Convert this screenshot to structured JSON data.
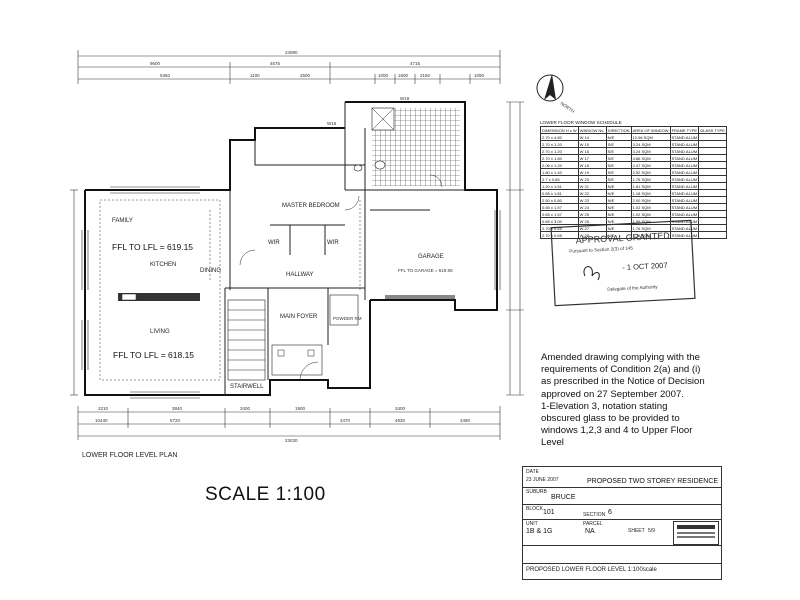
{
  "plan": {
    "title": "LOWER FLOOR LEVEL PLAN",
    "scale": "SCALE 1:100",
    "north_label": "NORTH",
    "rooms": {
      "family": "FAMILY",
      "ffl_upper": "FFL TO LFL = 619.15",
      "dining": "DINING",
      "kitchen": "KITCHEN",
      "living": "LIVING",
      "ffl_lower": "FFL TO LFL = 618.15",
      "stairwell": "STAIRWELL",
      "master": "MASTER BEDROOM",
      "wir1": "WIR",
      "wir2": "WIR",
      "hallway": "HALLWAY",
      "main_foyer": "MAIN FOYER",
      "powder": "POWDER RM",
      "garage": "GARAGE",
      "garage_ffl": "FFL TO GARAGE = 619.85",
      "window_w16": "W16",
      "window_w18": "W18"
    },
    "top_dims": [
      "24080",
      "9600",
      "4675",
      "4715",
      "5350",
      "1100",
      "2500",
      "1000",
      "1600",
      "2150",
      "1090"
    ],
    "bottom_dims": [
      "2210",
      "3840",
      "3400",
      "1900",
      "3400",
      "23030",
      "10430",
      "5720",
      "3470",
      "4930",
      "3480"
    ]
  },
  "schedule": {
    "title": "LOWER FLOOR WINDOW SCHEDULE",
    "headers": [
      "DIMENSION H x W",
      "WINDOW No.",
      "DIRECTION",
      "AREA OF WINDOW",
      "FRAME TYPE",
      "GLASS TYPE"
    ],
    "rows": [
      [
        "2.70 x 4.80",
        "W 14",
        "N/E",
        "12.96 SQM",
        "STAND.ALUM",
        ""
      ],
      [
        "2.70 x 1.20",
        "W 15",
        "S/E",
        "3.24 SQM",
        "STAND.ALUM",
        ""
      ],
      [
        "2.70 x 1.20",
        "W 16",
        "S/E",
        "3.24 SQM",
        "STAND.ALUM",
        ""
      ],
      [
        "2.70 x 1.80",
        "W 17",
        "S/E",
        "4.86 SQM",
        "STAND.ALUM",
        ""
      ],
      [
        "2.06 x 1.20",
        "W 18",
        "S/E",
        "2.47 SQM",
        "STAND.ALUM",
        ""
      ],
      [
        "1.80 x 1.40",
        "W 19",
        "S/E",
        "2.52 SQM",
        "STAND.ALUM",
        ""
      ],
      [
        "2.7 x 0.65",
        "W 20",
        "S/E",
        "1.76 SQM",
        "STAND.ALUM",
        ""
      ],
      [
        "1.20 x 1.51",
        "W 21",
        "N/E",
        "1.81 SQM",
        "STAND.ALUM",
        ""
      ],
      [
        "0.65 x 1.81",
        "W 22",
        "N/E",
        "1.18 SQM",
        "STAND.ALUM",
        ""
      ],
      [
        "2.50 x 0.80",
        "W 23",
        "N/E",
        "2.00 SQM",
        "STAND.ALUM",
        ""
      ],
      [
        "0.65 x 1.57",
        "W 24",
        "N/E",
        "1.02 SQM",
        "STAND.ALUM",
        ""
      ],
      [
        "0.65 x 1.57",
        "W 25",
        "N/E",
        "1.02 SQM",
        "STAND.ALUM",
        ""
      ],
      [
        "0.65 x 3.00",
        "W 26",
        "N/E",
        "1.95 SQM",
        "STAND.ALUM",
        ""
      ],
      [
        "2.70 x 0.65",
        "W 27",
        "N/E",
        "1.76 SQM",
        "STAND.ALUM",
        ""
      ],
      [
        "2.70 x 0.65",
        "W 28",
        "N/E",
        "1.76 SQM",
        "STAND.ALUM",
        ""
      ]
    ]
  },
  "stamp": {
    "line1": "APPROVAL GRANTED",
    "line2": "Pursuant to Section 2(3) of 145",
    "date": "- 1 OCT 2007",
    "signature_caption": "Delegate of the Authority"
  },
  "notes": [
    "Amended drawing complying with the",
    "requirements of Condition 2(a) and (i)",
    "as prescribed in the Notice of Decision",
    "approved on 27 September 2007.",
    "1-Elevation 3, notation stating",
    "obscured glass to be provided to",
    "windows 1,2,3 and 4 to Upper Floor",
    "Level"
  ],
  "titleblock": {
    "date_label": "DATE",
    "date_value": "23 JUNE 2007",
    "project": "PROPOSED TWO STOREY RESIDENCE",
    "suburb_label": "SUBURB",
    "suburb_value": "BRUCE",
    "block_label": "BLOCK",
    "block_value": "101",
    "section_label": "SECTION",
    "section_value": "6",
    "unit_label": "UNIT",
    "unit_value": "1B & 1G",
    "parcel_label": "PARCEL",
    "parcel_value": "NA",
    "sheet_label": "SHEET",
    "sheet_value": "5/9",
    "drawing_title": "PROPOSED LOWER FLOOR LEVEL 1:100scale"
  }
}
